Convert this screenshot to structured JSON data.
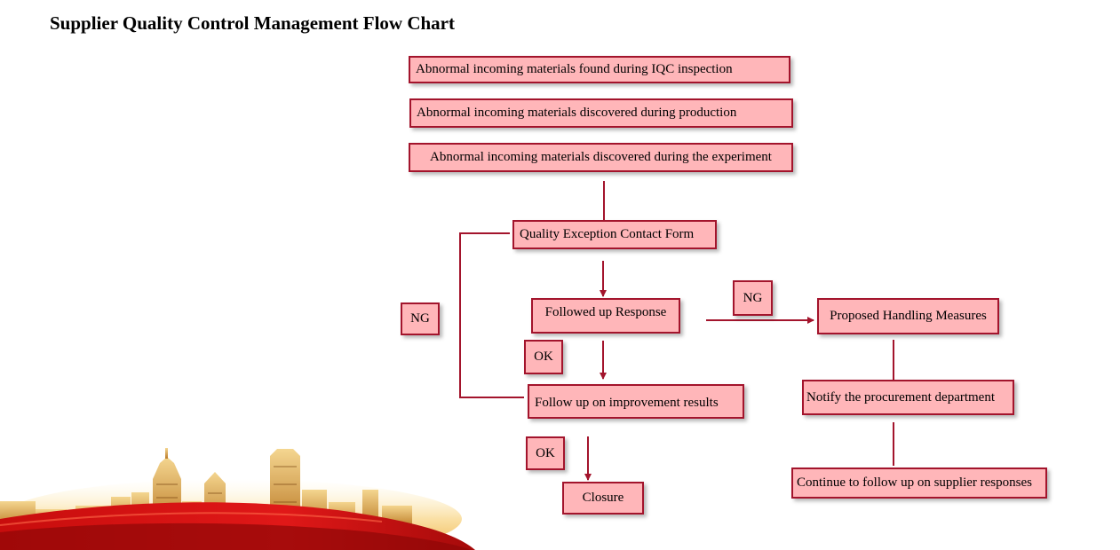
{
  "title": "Supplier Quality Control Management Flow Chart",
  "nodes": {
    "iqc": "Abnormal incoming materials found during IQC inspection",
    "production": "Abnormal incoming materials discovered during production",
    "experiment": "Abnormal incoming materials discovered during the experiment",
    "contact_form": "Quality Exception Contact Form",
    "response": "Followed up Response",
    "improvement": "Follow up on improvement results",
    "closure": "Closure",
    "measures": "Proposed Handling Measures",
    "procurement": "Notify the procurement department",
    "supplier": "Continue to follow up on supplier responses"
  },
  "labels": {
    "ng_left": "NG",
    "ng_right": "NG",
    "ok_response": "OK",
    "ok_improvement": "OK"
  },
  "colors": {
    "box_fill": "#ffb6b9",
    "box_border": "#a3142c",
    "connector": "#a3142c"
  }
}
